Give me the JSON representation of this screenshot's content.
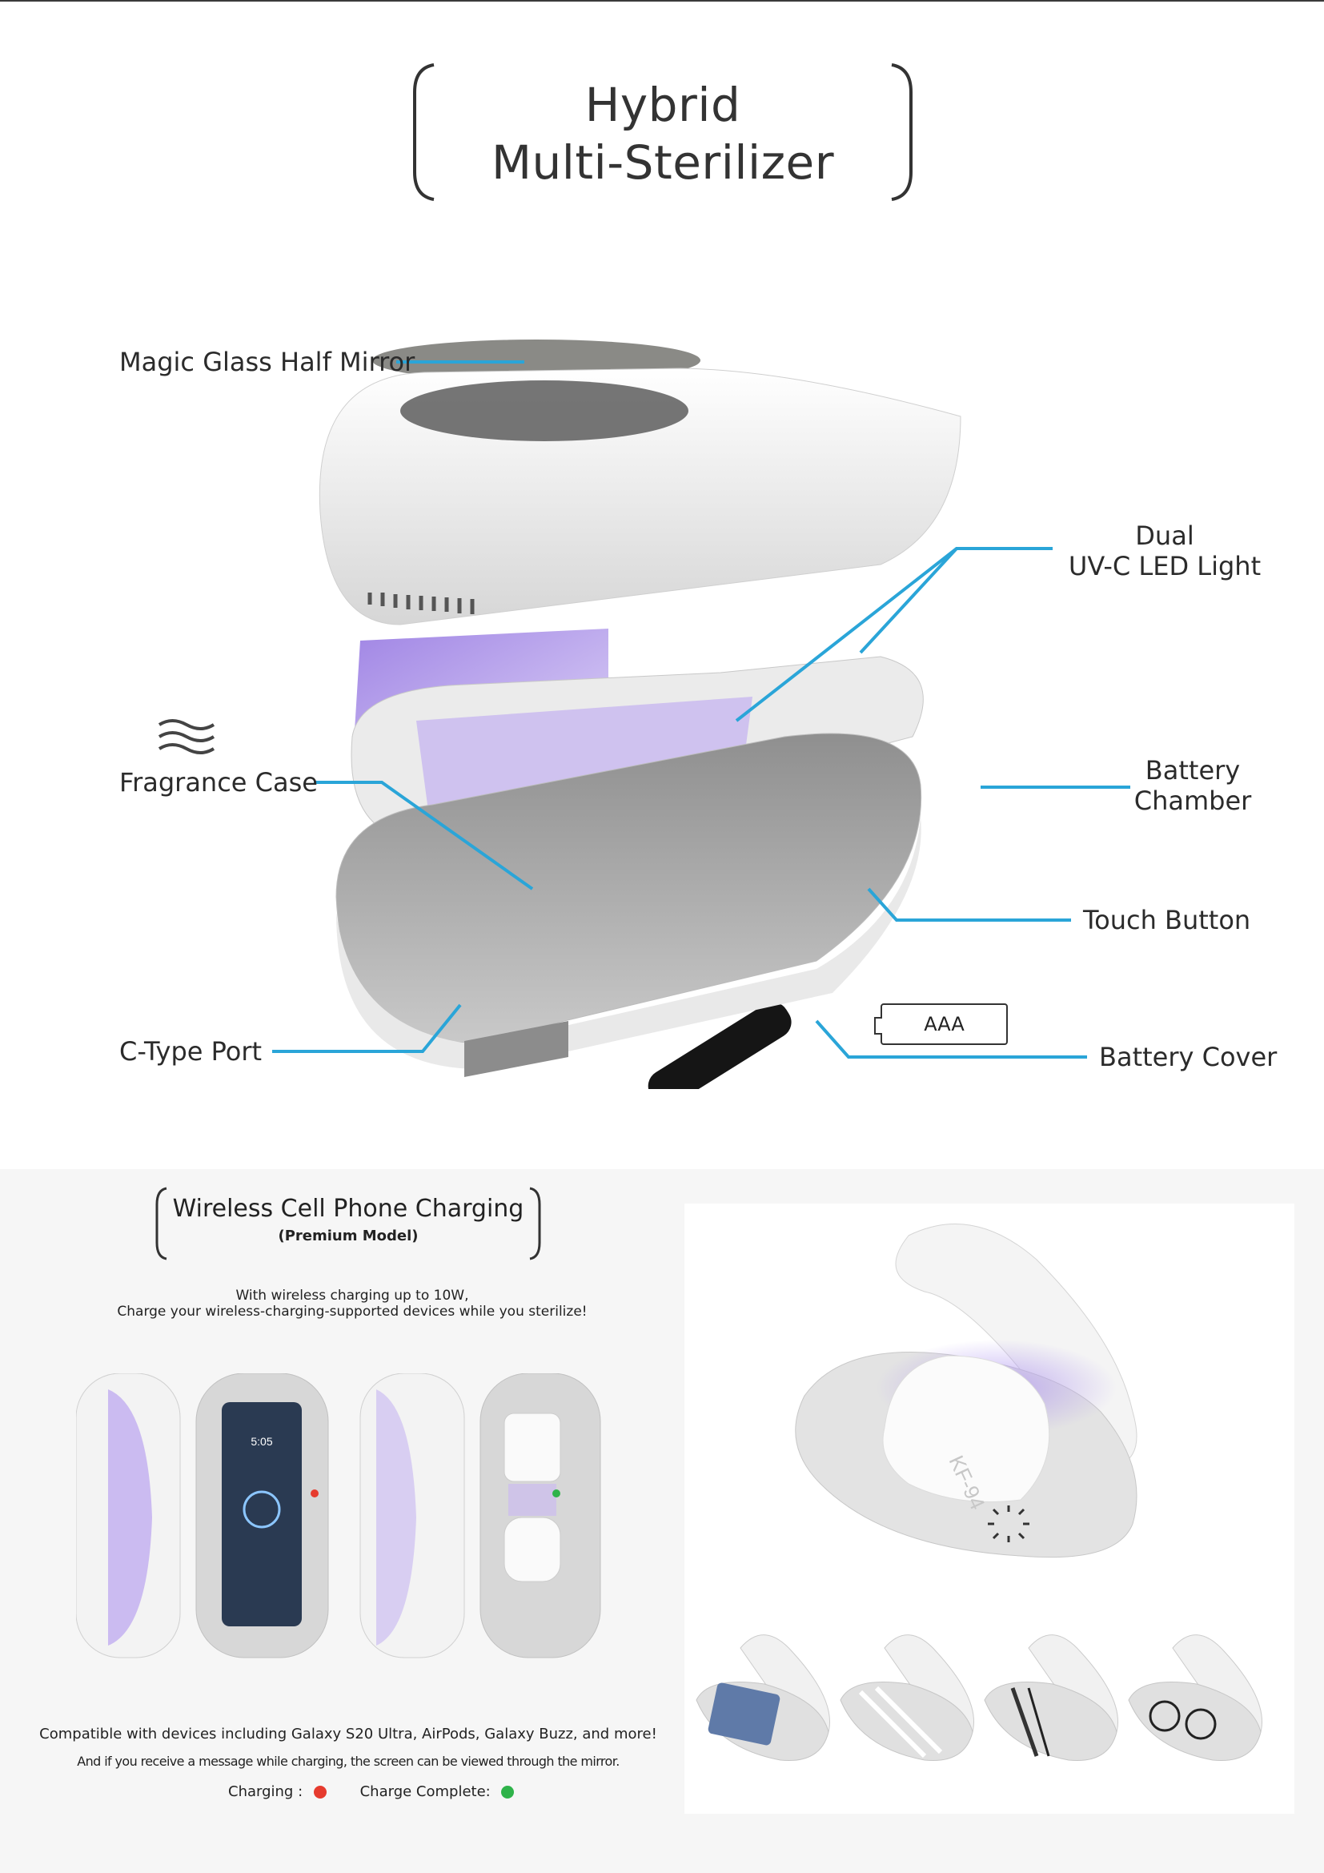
{
  "title": {
    "line1": "Hybrid",
    "line2": "Multi-Sterilizer"
  },
  "callouts": {
    "mirror": "Magic Glass Half Mirror",
    "uv_line1": "Dual",
    "uv_line2": "UV-C LED Light",
    "fragrance": "Fragrance Case",
    "battery_line1": "Battery",
    "battery_line2": "Chamber",
    "touch": "Touch Button",
    "port": "C-Type Port",
    "battery_cover": "Battery Cover",
    "battery_type": "AAA"
  },
  "wireless": {
    "title": "Wireless Cell Phone Charging",
    "subtitle": "(Premium Model)",
    "desc_line1": "With wireless charging up to 10W,",
    "desc_line2": "Charge your wireless-charging-supported devices while you sterilize!",
    "phone_time": "5:05",
    "compat_line1": "Compatible with devices including Galaxy S20 Ultra, AirPods, Galaxy Buzz, and more!",
    "compat_line2": "And if you receive a message while charging, the screen can be viewed through the mirror.",
    "legend_charging": "Charging :",
    "legend_complete": "Charge Complete:"
  },
  "mask_label": "KF-94",
  "colors": {
    "accent_line": "#2aa5d8",
    "uv_purple": "#9b7be8",
    "charging": "#e63b2e",
    "complete": "#2fb34a"
  }
}
